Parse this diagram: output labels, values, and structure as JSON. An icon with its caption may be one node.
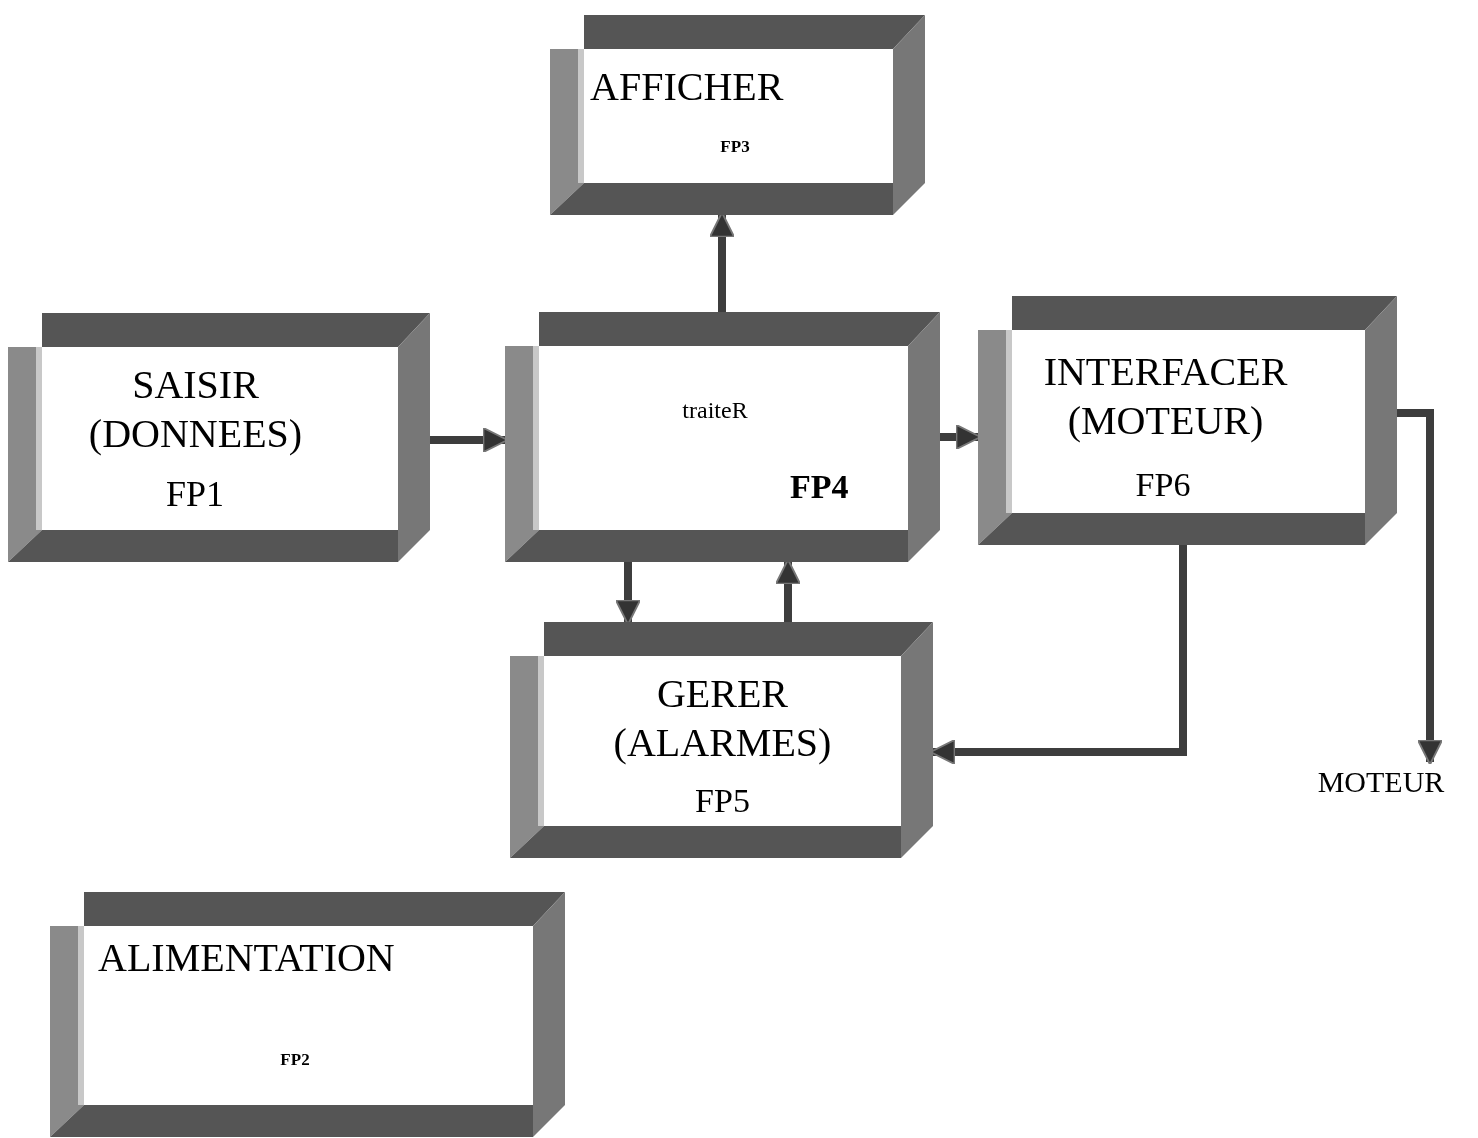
{
  "diagram": {
    "nodes": [
      {
        "text": [
          "AFFICHER",
          "FP3"
        ]
      },
      {
        "text": [
          "SAISIR (DONNEES)",
          "FP1"
        ]
      },
      {
        "text": [
          "traiteR",
          "FP4"
        ]
      },
      {
        "text": [
          "INTERFACER (MOTEUR)",
          "FP6"
        ]
      },
      {
        "text": [
          "GERER (ALARMES)",
          "FP5"
        ]
      },
      {
        "text": [
          "ALIMENTATION",
          "FP2"
        ]
      },
      {
        "text": [
          "MOTEUR"
        ]
      }
    ],
    "edges": [
      {
        "from": 1,
        "to": 2,
        "arrow": "to"
      },
      {
        "from": 2,
        "to": 0,
        "arrow": "to"
      },
      {
        "from": 2,
        "to": 3,
        "arrow": "to"
      },
      {
        "from": 2,
        "to": 4,
        "arrow": "to"
      },
      {
        "from": 4,
        "to": 2,
        "arrow": "to"
      },
      {
        "from": 3,
        "to": 4,
        "arrow": "to"
      },
      {
        "from": 3,
        "to": 6,
        "arrow": "to"
      }
    ]
  }
}
